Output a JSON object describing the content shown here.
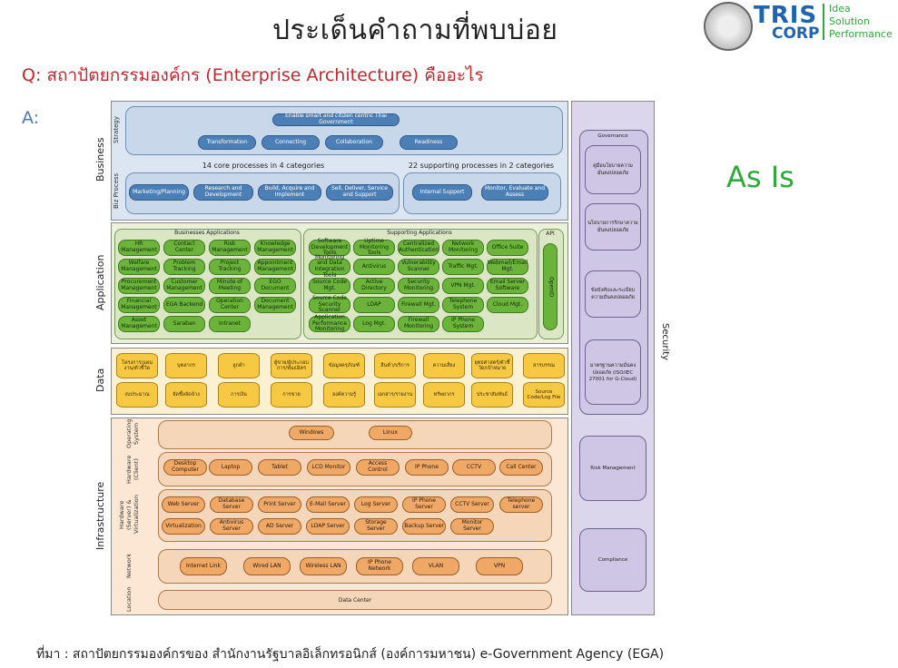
{
  "header": {
    "title": "ประเด็นคำถามที่พบบ่อย",
    "question": "Q: สถาปัตยกรรมองค์กร (Enterprise Architecture) คืออะไร",
    "answer_label": "A:",
    "status": "As Is",
    "source": "ที่มา : สถาปัตยกรรมองค์กรของ สำนักงานรัฐบาลอิเล็กทรอนิกส์ (องค์การมหาชน) e-Government Agency (EGA)"
  },
  "logo": {
    "tris": "TRIS",
    "corp": "CORP",
    "tag1": "Idea",
    "tag2": "Solution",
    "tag3": "Performance"
  },
  "layers": {
    "business": "Business",
    "application": "Application",
    "data": "Data",
    "infrastructure": "Infrastructure",
    "security": "Security"
  },
  "business": {
    "strategy_label": "Strategy",
    "bizprocess_label": "Biz Process",
    "vision": "Enable smart and citizen centric Thai Government",
    "strategy_items": [
      "Transformation",
      "Connecting",
      "Collaboration",
      "Readiness"
    ],
    "core_caption": "14 core processes in 4 categories",
    "support_caption": "22 supporting processes in 2 categories",
    "core_items": [
      "Marketing/Planning",
      "Research and Development",
      "Build, Acquire and Implement",
      "Sell, Deliver, Service and Support"
    ],
    "support_items": [
      "Internal Support",
      "Monitor, Evaluate and Assess"
    ]
  },
  "application": {
    "business_apps_title": "Businesses Applications",
    "business_apps": [
      "HR Management",
      "Contact Center",
      "Risk Management",
      "Knowledge Management",
      "Welfare Management",
      "Problem Tracking",
      "Project Tracking",
      "Appointment Management",
      "Procurement Management",
      "Customer Management",
      "Minute of Meeting",
      "EGO Document",
      "Financial Management",
      "EGA Backend",
      "Operation Center",
      "Document Management",
      "Asset Management",
      "Saraban",
      "Intranet"
    ],
    "supporting_apps_title": "Supporting Applications",
    "supporting_apps": [
      "Software Development Tools",
      "Uptime Monitoring Tools",
      "Centralized Authentication",
      "Network Monitoring",
      "Office Suite",
      "Monitoring and Data Integration Tools",
      "Antivirus",
      "Vulnerability Scanner",
      "Traffic Mgt.",
      "Webmail/Email Mgt.",
      "Source Code Mgt.",
      "Active Directory",
      "Security Monitoring",
      "VPN Mgt.",
      "Email Server Software",
      "Source Code Security Scanner",
      "LDAP",
      "Firewall Mgt.",
      "Telephone System",
      "Cloud Mgt.",
      "Application Performance Monitoring",
      "Log Mgt.",
      "Firewall Monitoring",
      "IP Phone System"
    ],
    "api_title": "API",
    "api_item": "OpenID"
  },
  "data": {
    "row1": [
      "โครงการ/แผนงาน/ตัวชี้วัด",
      "บุคลากร",
      "ลูกค้า",
      "ผู้ขาย/ผู้ประกอบการ/พันธมิตร",
      "ข้อมูลครุภัณฑ์",
      "สินค้า/บริการ",
      "ความเสี่ยง",
      "ยุทธศาสตร์/ตัวชี้วัด/เป้าหมาย",
      "สารบรรณ"
    ],
    "row2": [
      "งบประมาณ",
      "จัดซื้อจัดจ้าง",
      "การเงิน",
      "การขาย",
      "องค์ความรู้",
      "เอกสาร/รายงาน",
      "ทรัพยากร",
      "ประชาสัมพันธ์",
      "Source Code/Log File"
    ]
  },
  "infrastructure": {
    "os_label": "Operating System",
    "os_items": [
      "Windows",
      "Linux"
    ],
    "client_label": "Hardware (Client)",
    "client_items": [
      "Desktop Computer",
      "Laptop",
      "Tablet",
      "LCD Monitor",
      "Access Control",
      "IP Phone",
      "CCTV",
      "Call Center"
    ],
    "server_label": "Hardware (Server) & Virtualization",
    "server_row1": [
      "Web Server",
      "Database Server",
      "Print Server",
      "E-Mail Server",
      "Log Server",
      "IP Phone Server",
      "CCTV Server",
      "Telephone server"
    ],
    "server_row2": [
      "Virtualization",
      "Antivirus Server",
      "AD Server",
      "LDAP Server",
      "Storage Server",
      "Backup Server",
      "Monitor Server"
    ],
    "network_label": "Network",
    "network_items": [
      "Internet Link",
      "Wired LAN",
      "Wireless LAN",
      "IP Phone Network",
      "VLAN",
      "VPN"
    ],
    "location_label": "Location",
    "location_item": "Data Center"
  },
  "security": {
    "governance_title": "Governance",
    "governance_items": [
      "คู่มือนโยบายความมั่นคงปลอดภัย",
      "นโยบายการรักษาความมั่นคงปลอดภัย",
      "ข้อบังคับและระเบียบความมั่นคงปลอดภัย",
      "มาตรฐานความมั่นคงปลอดภัย (ISO/IEC 27001 for G-Cloud)"
    ],
    "risk": "Risk Management",
    "compliance": "Compliance"
  },
  "colors": {
    "business": "#c8d8ea",
    "application": "#dbe6c4",
    "data": "#fbf0cf",
    "infrastructure": "#f6d6b8",
    "security": "#dcd6ec",
    "title_red": "#c0282e",
    "as_is_green": "#2eaa3c"
  }
}
